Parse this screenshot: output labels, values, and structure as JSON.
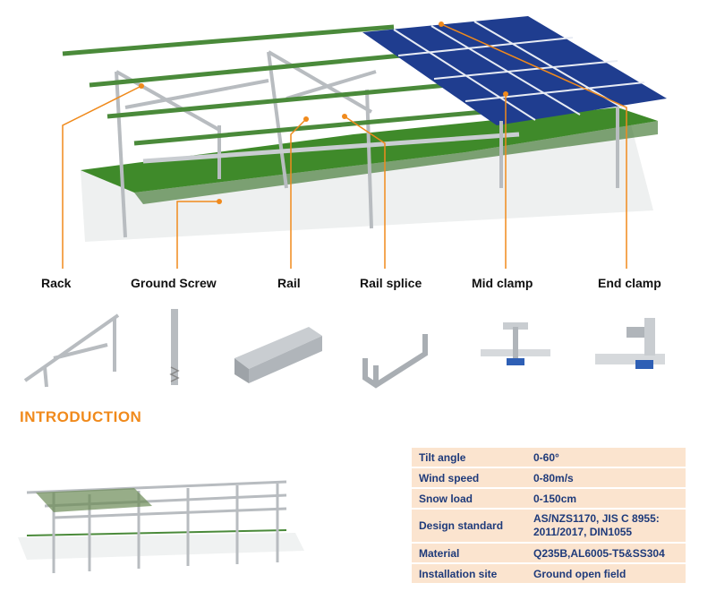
{
  "components": [
    {
      "id": "rack",
      "label": "Rack",
      "icon": "rack-icon"
    },
    {
      "id": "ground-screw",
      "label": "Ground Screw",
      "icon": "ground-screw-icon"
    },
    {
      "id": "rail",
      "label": "Rail",
      "icon": "rail-icon"
    },
    {
      "id": "rail-splice",
      "label": "Rail splice",
      "icon": "rail-splice-icon"
    },
    {
      "id": "mid-clamp",
      "label": "Mid clamp",
      "icon": "mid-clamp-icon"
    },
    {
      "id": "end-clamp",
      "label": "End clamp",
      "icon": "end-clamp-icon"
    }
  ],
  "intro": {
    "heading": "INTRODUCTION"
  },
  "specs": [
    {
      "label": "Tilt angle",
      "value": "0-60°"
    },
    {
      "label": "Wind speed",
      "value": "0-80m/s"
    },
    {
      "label": "Snow load",
      "value": "0-150cm"
    },
    {
      "label": "Design standard",
      "value": "AS/NZS1170, JIS C 8955:\n2011/2017, DIN1055"
    },
    {
      "label": "Material",
      "value": "Q235B,AL6005-T5&SS304"
    },
    {
      "label": "Installation site",
      "value": "Ground open field"
    }
  ],
  "colors": {
    "accent": "#f08a1c",
    "spec_bg": "#fbe4cf",
    "spec_text": "#1e3a7a",
    "grass": "#3f8a2a",
    "panel": "#1f3d8f",
    "rail": "#4a8a3a",
    "steel": "#b8bcc0"
  }
}
